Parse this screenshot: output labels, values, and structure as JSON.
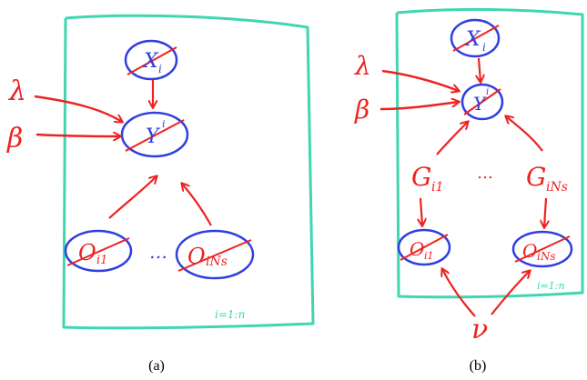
{
  "colors": {
    "plate": "#3fd6b0",
    "node": "#2f3fe0",
    "ink": "#ee2222"
  },
  "panel_a": {
    "caption": "(a)",
    "nodes": {
      "x": "X",
      "x_sub": "i",
      "y": "Y",
      "y_sub": "i",
      "o1": "O",
      "o1_sub": "i1",
      "oN": "O",
      "oN_sub": "iNs"
    },
    "params": {
      "lambda": "λ",
      "beta": "β"
    },
    "dots": "…",
    "plate_label": "i=1:n"
  },
  "panel_b": {
    "caption": "(b)",
    "nodes": {
      "x": "X",
      "x_sub": "i",
      "y": "Y",
      "y_sub": "i",
      "o1": "O",
      "o1_sub": "i1",
      "oN": "O",
      "oN_sub": "iNs"
    },
    "g1": "G",
    "g1_sub": "i1",
    "gN": "G",
    "gN_sub": "iNs",
    "params": {
      "lambda": "λ",
      "beta": "β",
      "nu": "ν"
    },
    "dots": "…",
    "plate_label": "i=1:n"
  }
}
